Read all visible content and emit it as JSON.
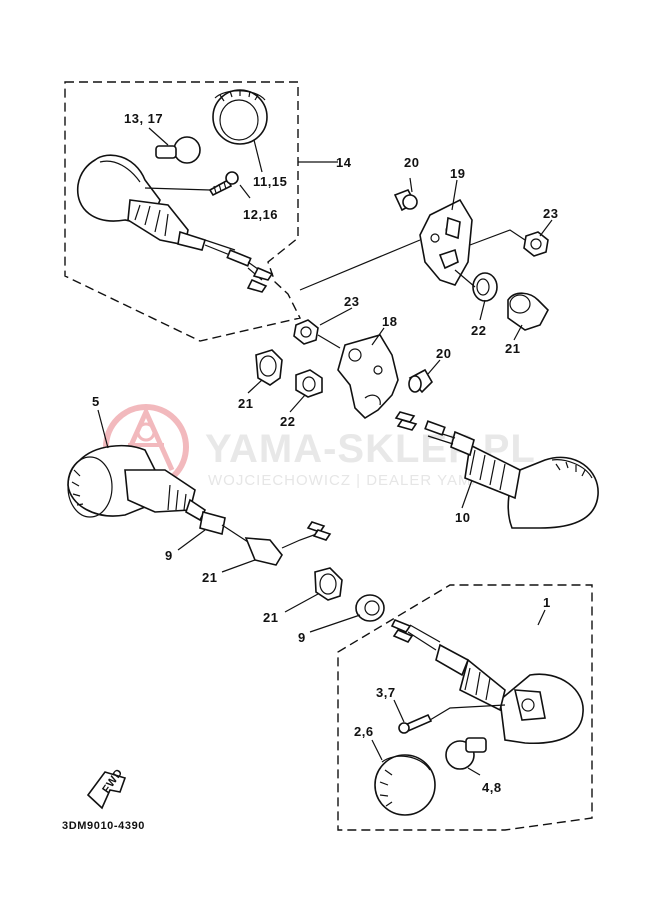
{
  "diagram": {
    "diagram_code": "3DM9010-4390",
    "fwd_label": "FWD",
    "watermark": {
      "brand": "YAMA-SKLEP.PL",
      "tagline": "WOJCIECHOWICZ | DEALER YAMAHA",
      "logo_color": "#f2b9bd"
    },
    "callouts": {
      "c13_17": "13, 17",
      "c11_15": "11,15",
      "c12_16": "12,16",
      "c14": "14",
      "c20a": "20",
      "c19": "19",
      "c23a": "23",
      "c23b": "23",
      "c18": "18",
      "c20b": "20",
      "c22a": "22",
      "c21a": "21",
      "c21b": "21",
      "c22b": "22",
      "c5": "5",
      "c10": "10",
      "c9a": "9",
      "c21c": "21",
      "c21d": "21",
      "c9b": "9",
      "c1": "1",
      "c3_7": "3,7",
      "c2_6": "2,6",
      "c4_8": "4,8"
    }
  }
}
